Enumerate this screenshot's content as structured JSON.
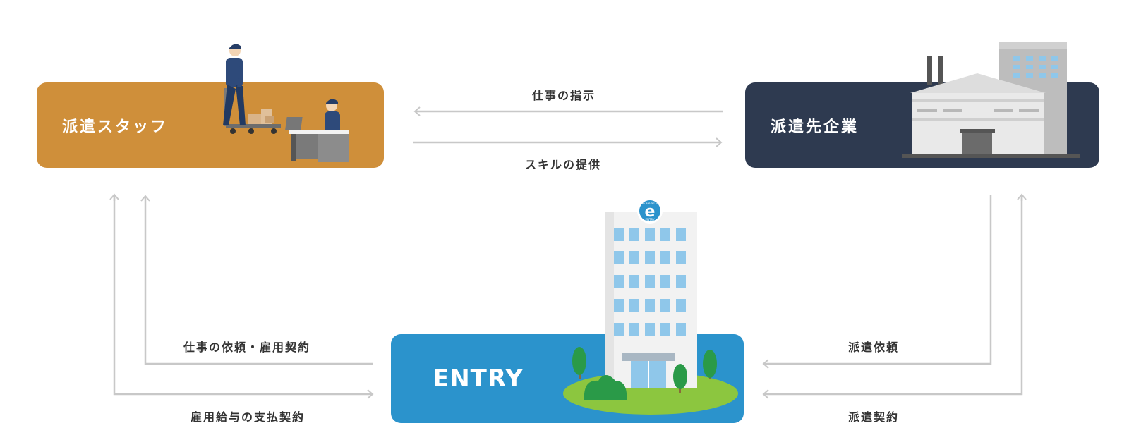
{
  "nodes": {
    "staff": {
      "label": "派遣スタッフ",
      "color": "#cf8f3a"
    },
    "client": {
      "label": "派遣先企業",
      "color": "#2e3a50"
    },
    "entry": {
      "label": "ENTRY",
      "color": "#2b93cc"
    }
  },
  "flows": {
    "job_instruction": "仕事の指示",
    "skill_provision": "スキルの提供",
    "job_request_employment": "仕事の依頼・雇用契約",
    "salary_payment": "雇用給与の支払契約",
    "dispatch_request": "派遣依頼",
    "dispatch_contract": "派遣契約"
  },
  "logo_badge": {
    "top_text": "We are all Hi!",
    "bottom_text": "ENTRY"
  },
  "colors": {
    "arrow": "#c8c8c8",
    "text": "#333333"
  }
}
